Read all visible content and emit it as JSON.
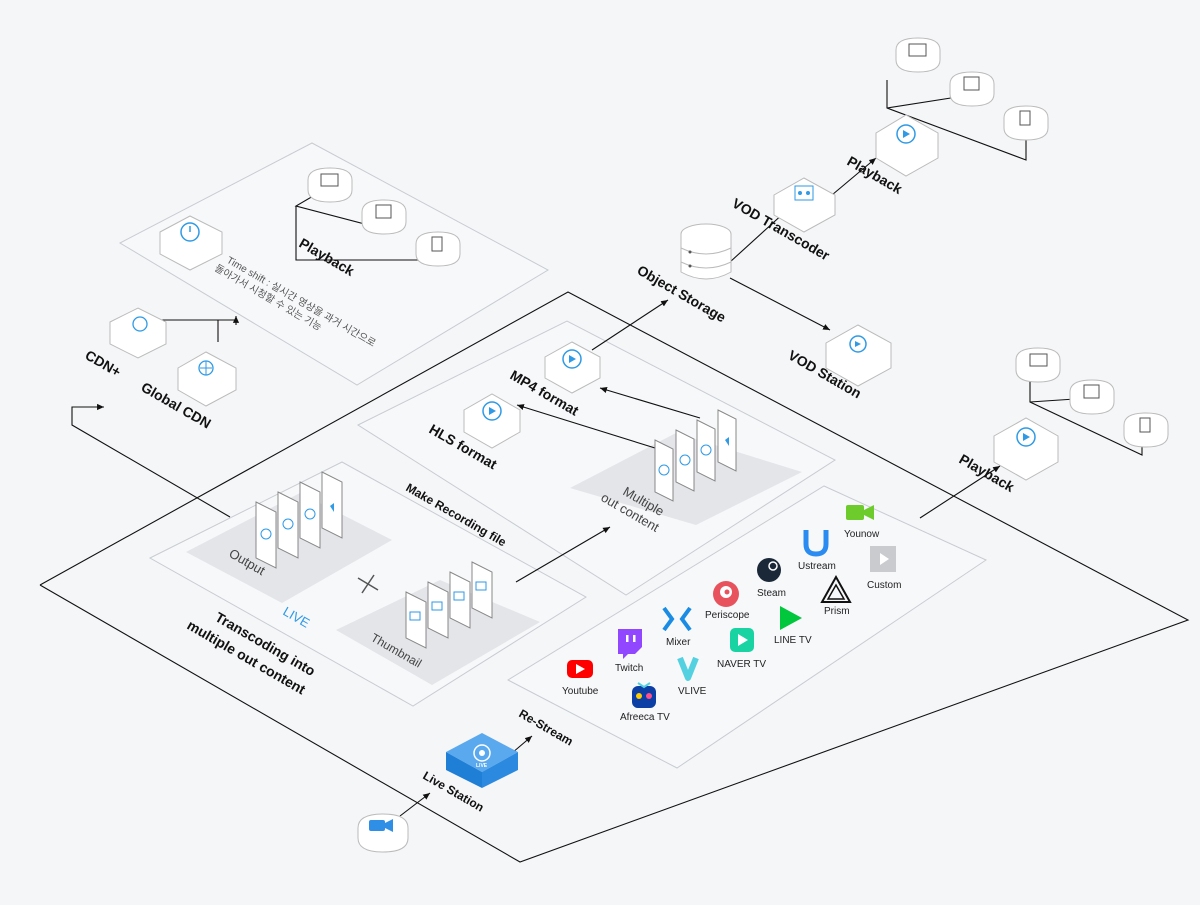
{
  "labels": {
    "playback_top": "Playback",
    "playback_mid": "Playback",
    "playback_right": "Playback",
    "vod_transcoder": "VOD Transcoder",
    "object_storage": "Object Storage",
    "vod_station": "VOD Station",
    "mp4_format": "MP4 format",
    "hls_format": "HLS  format",
    "make_recording": "Make Recording file",
    "multiple_out_1": "Multiple",
    "multiple_out_2": "out content",
    "output": "Output",
    "live": "LIVE",
    "thumbnail": "Thumbnail",
    "transcoding_1": "Transcoding into",
    "transcoding_2": "multiple out content",
    "cdn_plus": "CDN+",
    "global_cdn": "Global CDN",
    "time_shift_1": "Time shift : 실시간 영상을 과거 시간으로",
    "time_shift_2": "돌아가서 시청할 수 있는 기능",
    "re_stream": "Re-Stream",
    "live_station": "Live Station",
    "live_badge": "LIVE"
  },
  "platforms": [
    {
      "name": "Younow",
      "icon": "younow-icon",
      "color": "#6ecb2c"
    },
    {
      "name": "Custom",
      "icon": "custom-play-icon",
      "color": "#c9cbcf"
    },
    {
      "name": "Ustream",
      "icon": "ustream-icon",
      "color": "#2a8cf0"
    },
    {
      "name": "Steam",
      "icon": "steam-icon",
      "color": "#1b2838"
    },
    {
      "name": "Prism",
      "icon": "prism-icon",
      "color": "#111111"
    },
    {
      "name": "Periscope",
      "icon": "periscope-icon",
      "color": "#e8525d"
    },
    {
      "name": "LINE TV",
      "icon": "line-tv-icon",
      "color": "#00c73c"
    },
    {
      "name": "Mixer",
      "icon": "mixer-icon",
      "color": "#1b8ce4"
    },
    {
      "name": "NAVER TV",
      "icon": "naver-tv-icon",
      "color": "#19d3a2"
    },
    {
      "name": "Twitch",
      "icon": "twitch-icon",
      "color": "#9146ff"
    },
    {
      "name": "VLIVE",
      "icon": "vlive-icon",
      "color": "#54d1e0"
    },
    {
      "name": "Youtube",
      "icon": "youtube-icon",
      "color": "#ff0000"
    },
    {
      "name": "Afreeca TV",
      "icon": "afreeca-tv-icon",
      "color": "#0c3fa5"
    }
  ],
  "colors": {
    "accent": "#2f9ae6",
    "live_station": "#2f8fe6",
    "panel_border": "#c8ccd2",
    "line": "#111111"
  }
}
